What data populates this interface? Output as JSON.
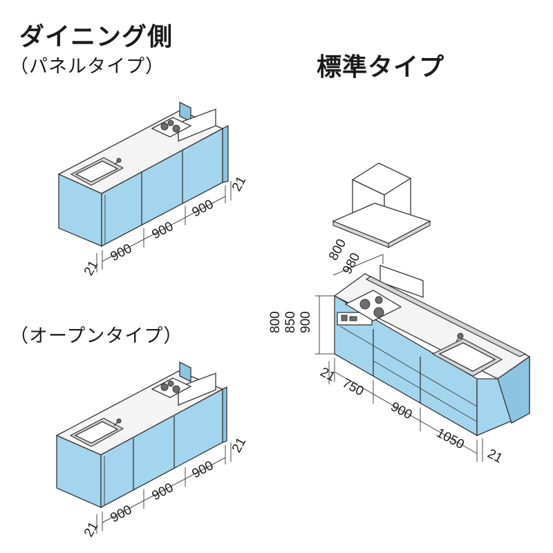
{
  "titles": {
    "dining_side": "ダイニング側",
    "panel_type": "（パネルタイプ）",
    "open_type": "（オープンタイプ）",
    "standard_type": "標準タイプ"
  },
  "panel_type": {
    "width_dims": [
      "21",
      "900",
      "900",
      "900",
      "21"
    ]
  },
  "open_type": {
    "width_dims": [
      "21",
      "900",
      "900",
      "900",
      "21"
    ]
  },
  "standard_type": {
    "height_dims": [
      "800",
      "850",
      "900"
    ],
    "hood_dims": [
      "800",
      "980"
    ],
    "width_dims": [
      "21",
      "750",
      "900",
      "1050",
      "21"
    ]
  },
  "colors": {
    "cabinet_blue": "#a3d5ee",
    "cabinet_side": "#8cc4e2",
    "outline": "#333333"
  }
}
